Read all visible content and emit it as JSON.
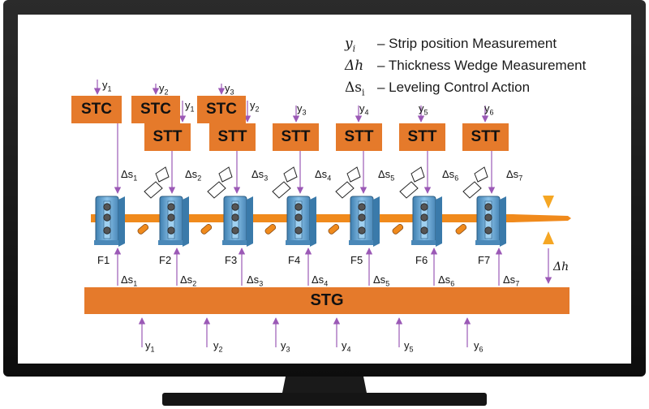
{
  "legend": [
    {
      "symbol": "y",
      "sub": "i",
      "text": "– Strip position Measurement"
    },
    {
      "symbol": "Δh",
      "sub": "",
      "text": "– Thickness Wedge Measurement"
    },
    {
      "symbol": "Δs",
      "sub": "i",
      "text": "– Leveling Control Action"
    }
  ],
  "stc_label": "STC",
  "stt_label": "STT",
  "stg_label": "STG",
  "stands": [
    "F1",
    "F2",
    "F3",
    "F4",
    "F5",
    "F6",
    "F7"
  ],
  "delta_s": [
    "Δs1",
    "Δs2",
    "Δs3",
    "Δs4",
    "Δs5",
    "Δs6",
    "Δs7"
  ],
  "stc_inputs": [
    "y1",
    "y2",
    "y3"
  ],
  "stc_secondary": [
    "y1",
    "y2"
  ],
  "stt_inputs": [
    "y3",
    "y4",
    "y5",
    "y6"
  ],
  "stg_inputs": [
    "y1",
    "y2",
    "y3",
    "y4",
    "y5",
    "y6"
  ],
  "wedge_label": "Δh",
  "colors": {
    "block": "#e57a2b",
    "arrow": "#9b59b6",
    "stand": "#5f9fcf",
    "strip": "#f08a1c",
    "frame": "#111111"
  }
}
